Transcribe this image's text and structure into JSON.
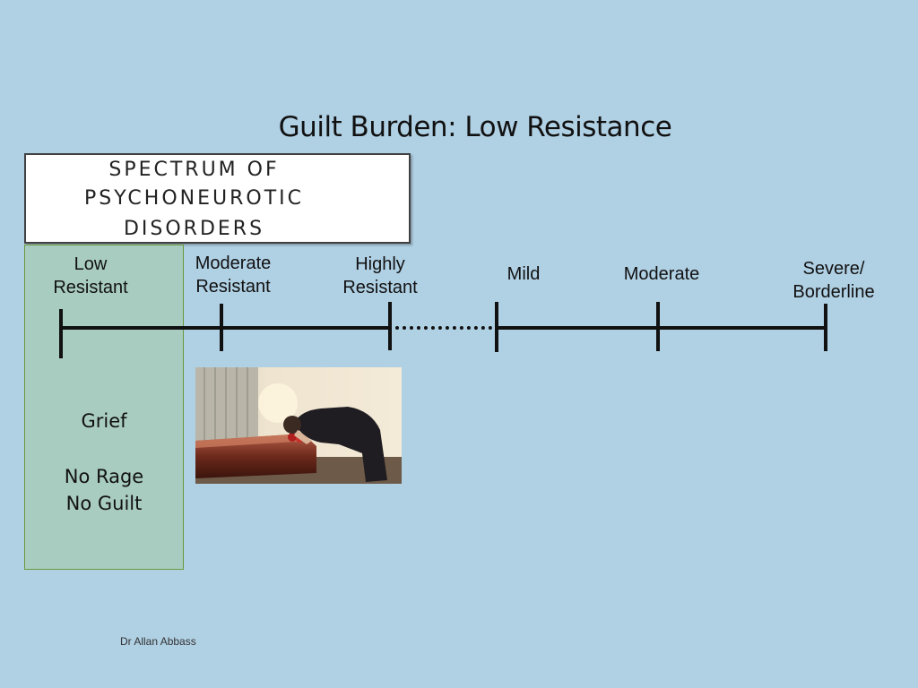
{
  "slide": {
    "title": "Guilt Burden: Low Resistance",
    "author": "Dr Allan Abbass"
  },
  "spectrum_box": {
    "lines": [
      "SPECTRUM OF",
      "PSYCHONEUROTIC",
      "DISORDERS"
    ]
  },
  "scale_labels": {
    "low_resistant": "Low\nResistant",
    "moderate_resistant": "Moderate\nResistant",
    "highly_resistant": "Highly\nResistant",
    "mild": "Mild",
    "moderate": "Moderate",
    "severe": "Severe/\nBorderline"
  },
  "green_panel": {
    "grief": "Grief",
    "no_rage": "No Rage",
    "no_guilt": "No Guilt"
  },
  "photo": {
    "description_icon": "grieving-man-over-coffin-photo"
  },
  "colors": {
    "background": "#b0d0e4",
    "panel": "#a9ccc1",
    "panel_border": "#6a9a3a"
  }
}
